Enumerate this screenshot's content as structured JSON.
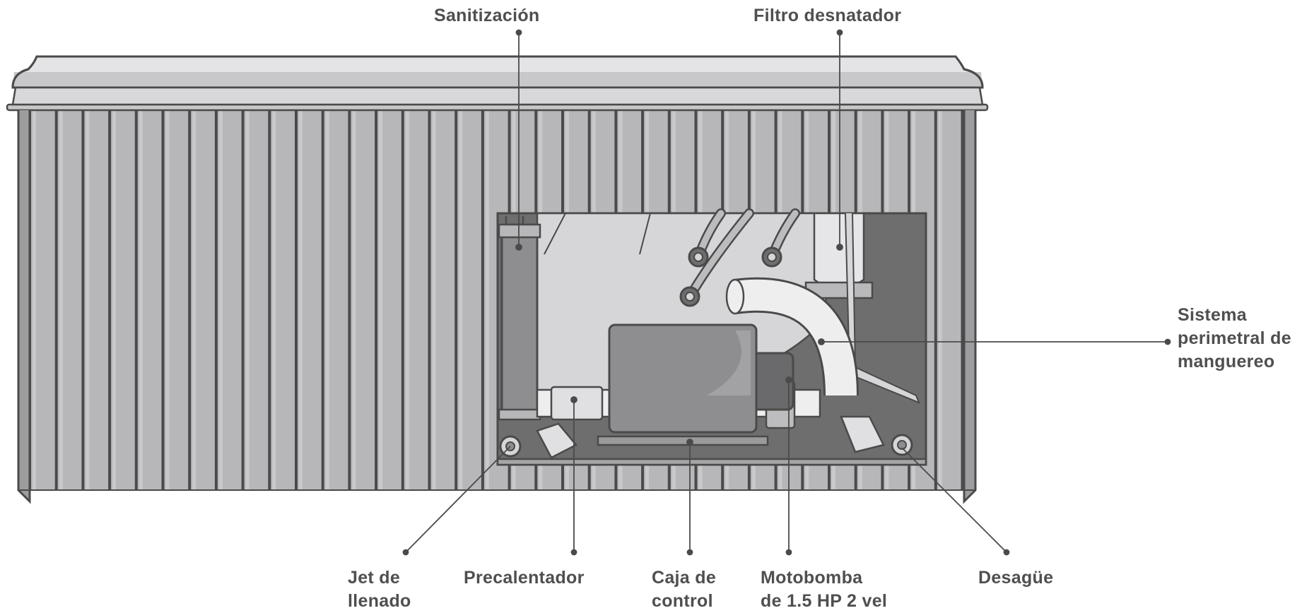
{
  "labels": {
    "sanitizacion": [
      "Sanitización"
    ],
    "filtro": [
      "Filtro desnatador"
    ],
    "sistema": [
      "Sistema",
      "perimetral de",
      "manguereo"
    ],
    "jet": [
      "Jet de",
      "llenado"
    ],
    "precalentador": [
      "Precalentador"
    ],
    "caja": [
      "Caja de",
      "control"
    ],
    "motobomba": [
      "Motobomba",
      "de 1.5 HP 2 vel"
    ],
    "desague": [
      "Desagüe"
    ]
  },
  "colors": {
    "outline": "#4a4a4a",
    "panel": "#b7b7ba",
    "panel_light": "#c9c9cc",
    "lid_top": "#e4e4e6",
    "lid_mid": "#c8c8cb",
    "cavity_dark": "#6e6e6e",
    "shell": "#d6d6d8",
    "pipe": "#eeeeee",
    "box": "#8e8e90",
    "text": "#4f4f4f"
  }
}
